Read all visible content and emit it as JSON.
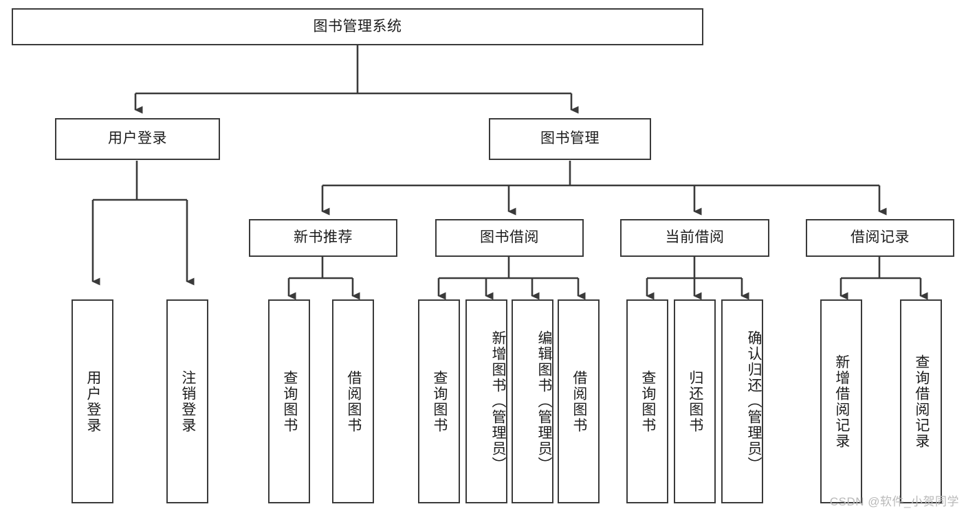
{
  "diagram": {
    "title": "图书管理系统",
    "type": "tree",
    "watermark": "CSDN @软件_小贺同学",
    "colors": {
      "stroke": "#3a3a3a",
      "fill": "#ffffff",
      "text": "#1c1c1c",
      "watermark": "#b9b9b9"
    },
    "nodes": {
      "root": {
        "label": "图书管理系统"
      },
      "level1": [
        {
          "id": "user-login",
          "label": "用户登录"
        },
        {
          "id": "book-manage",
          "label": "图书管理"
        }
      ],
      "level2": [
        {
          "id": "new-book-recommend",
          "label": "新书推荐"
        },
        {
          "id": "book-borrow",
          "label": "图书借阅"
        },
        {
          "id": "current-borrow",
          "label": "当前借阅"
        },
        {
          "id": "borrow-record",
          "label": "借阅记录"
        }
      ],
      "leaves": {
        "user_login": [
          {
            "id": "leaf-user-login",
            "label": "用户登录"
          },
          {
            "id": "leaf-logout-login",
            "label": "注销登录"
          }
        ],
        "new_book_recommend": [
          {
            "id": "leaf-query-book-1",
            "label": "查询图书"
          },
          {
            "id": "leaf-borrow-book-1",
            "label": "借阅图书"
          }
        ],
        "book_borrow": [
          {
            "id": "leaf-query-book-2",
            "label": "查询图书"
          },
          {
            "id": "leaf-add-book",
            "label": "新增图书（管理员）"
          },
          {
            "id": "leaf-edit-book",
            "label": "编辑图书（管理员）"
          },
          {
            "id": "leaf-borrow-book-2",
            "label": "借阅图书"
          }
        ],
        "current_borrow": [
          {
            "id": "leaf-query-book-3",
            "label": "查询图书"
          },
          {
            "id": "leaf-return-book",
            "label": "归还图书"
          },
          {
            "id": "leaf-confirm-return",
            "label": "确认归还（管理员）"
          }
        ],
        "borrow_record": [
          {
            "id": "leaf-add-record",
            "label": "新增借阅记录"
          },
          {
            "id": "leaf-query-record",
            "label": "查询借阅记录"
          }
        ]
      }
    }
  }
}
